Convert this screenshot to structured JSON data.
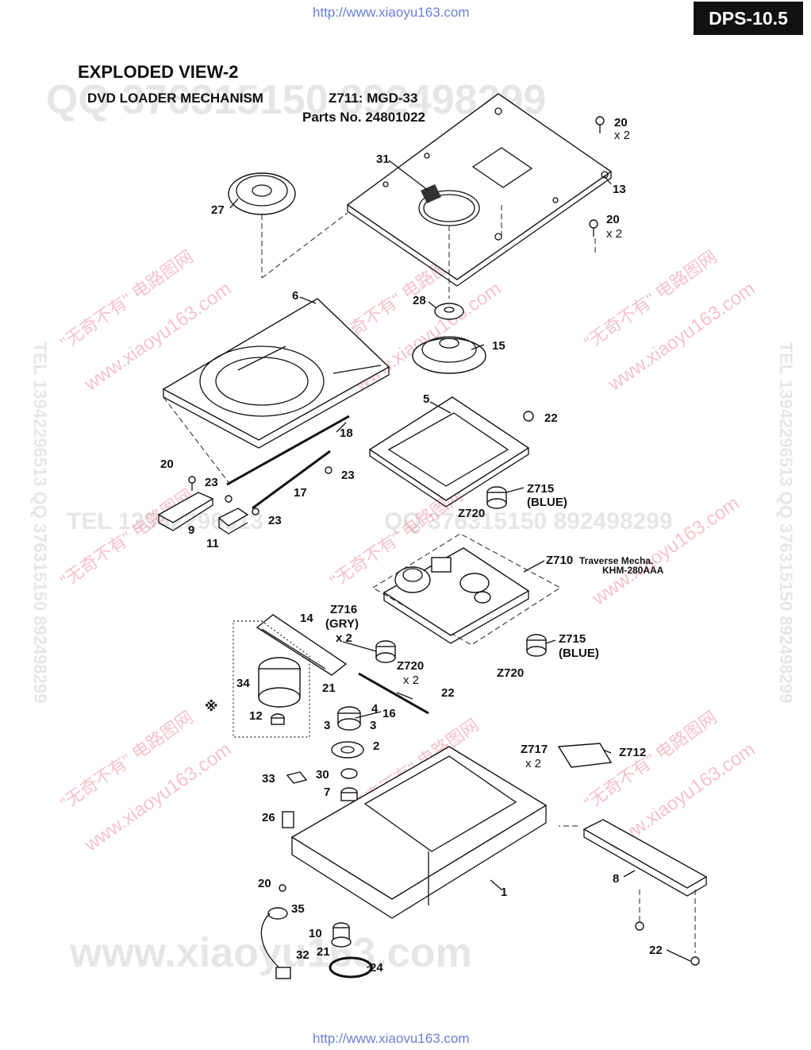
{
  "header": {
    "url_top": "http://www.xiaoyu163.com",
    "url_bottom": "http://www.xiaovu163.com",
    "model": "DPS-10.5"
  },
  "title": "EXPLODED VIEW-2",
  "subtitle": "DVD LOADER MECHANISM",
  "part_ref": "Z711: MGD-33",
  "parts_no": "Parts No. 24801022",
  "watermarks": {
    "qq_top": "QQ 376315150   892498299",
    "tel_mid": "TEL 13942296513",
    "qq_mid": "QQ 376315150   892498299",
    "www_bottom": "www.xiaoyu163.com",
    "tel_side": "TEL 13942296513  QQ 376315150  892498299",
    "cn_tag": "\"无奇不有\" 电路图网",
    "cn_url": "www.xiaoyu163.com"
  },
  "callouts": {
    "c20a": "20",
    "c20a_q": "x 2",
    "c31": "31",
    "c13": "13",
    "c20b": "20",
    "c20b_q": "x 2",
    "c27": "27",
    "c6": "6",
    "c28": "28",
    "c15": "15",
    "c5": "5",
    "c22a": "22",
    "c18": "18",
    "c20c": "20",
    "c23a": "23",
    "c23b": "23",
    "c17": "17",
    "c23c": "23",
    "c9": "9",
    "c11": "11",
    "z715a": "Z715",
    "z715a_c": "(BLUE)",
    "z720a": "Z720",
    "z710": "Z710",
    "z710_name": "Traverse Mecha.",
    "z710_model": "KHM-280AAA",
    "z716": "Z716",
    "z716_c": "(GRY)",
    "z716_q": "x 2",
    "c14": "14",
    "z715b": "Z715",
    "z715b_c": "(BLUE)",
    "z720b": "Z720",
    "z720b_q": "x 2",
    "z720c": "Z720",
    "c34": "34",
    "c21a": "21",
    "c4": "4",
    "c16": "16",
    "c22b": "22",
    "mark": "※",
    "c12": "12",
    "c3a": "3",
    "c3b": "3",
    "c2": "2",
    "z717": "Z717",
    "z717_q": "x 2",
    "z712": "Z712",
    "c33": "33",
    "c30": "30",
    "c7": "7",
    "c26": "26",
    "c8": "8",
    "c1": "1",
    "c20d": "20",
    "c35": "35",
    "c10": "10",
    "c21b": "21",
    "c32": "32",
    "c24": "24",
    "c22c": "22"
  }
}
